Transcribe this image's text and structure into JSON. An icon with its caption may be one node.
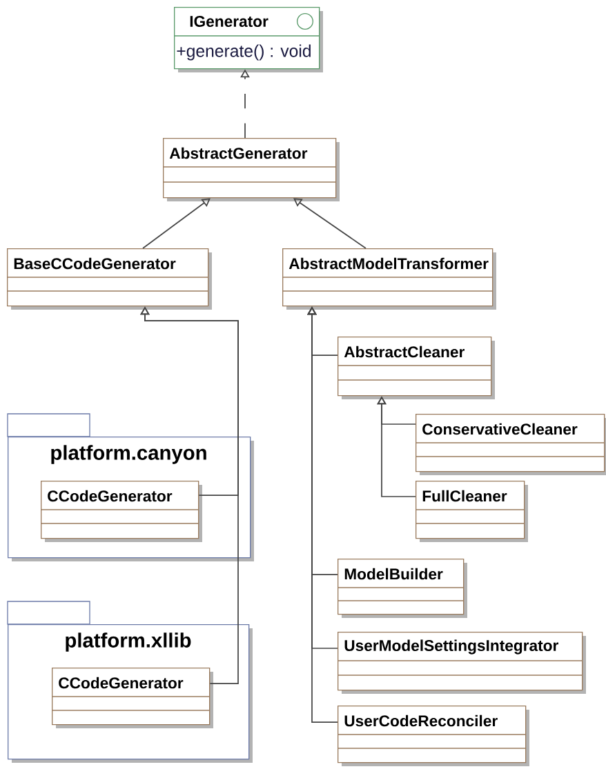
{
  "diagram": {
    "nodes": [
      {
        "text": [
          "IGenerator",
          "+generate() : void"
        ]
      },
      {
        "text": [
          "AbstractGenerator"
        ]
      },
      {
        "text": [
          "BaseCCodeGenerator"
        ]
      },
      {
        "text": [
          "AbstractModelTransformer"
        ]
      },
      {
        "text": [
          "AbstractCleaner"
        ]
      },
      {
        "text": [
          "ConservativeCleaner"
        ]
      },
      {
        "text": [
          "FullCleaner"
        ]
      },
      {
        "text": [
          "platform.canyon"
        ]
      },
      {
        "text": [
          "CCodeGenerator"
        ],
        "in": 7
      },
      {
        "text": [
          "platform.xllib"
        ]
      },
      {
        "text": [
          "CCodeGenerator"
        ],
        "in": 9
      },
      {
        "text": [
          "ModelBuilder"
        ]
      },
      {
        "text": [
          "UserModelSettingsIntegrator"
        ]
      },
      {
        "text": [
          "UserCodeReconciler"
        ]
      }
    ],
    "edges": [
      {
        "from": 1,
        "to": 0,
        "arrow": "to",
        "style": "dashed"
      },
      {
        "from": 2,
        "to": 1,
        "arrow": "to"
      },
      {
        "from": 3,
        "to": 1,
        "arrow": "to"
      },
      {
        "from": 8,
        "to": 2,
        "arrow": "to"
      },
      {
        "from": 10,
        "to": 2,
        "arrow": "to"
      },
      {
        "from": 4,
        "to": 3,
        "arrow": "to"
      },
      {
        "from": 11,
        "to": 3,
        "arrow": "to"
      },
      {
        "from": 12,
        "to": 3,
        "arrow": "to"
      },
      {
        "from": 13,
        "to": 3,
        "arrow": "to"
      },
      {
        "from": 5,
        "to": 4,
        "arrow": "to"
      },
      {
        "from": 6,
        "to": 4,
        "arrow": "to"
      }
    ]
  }
}
